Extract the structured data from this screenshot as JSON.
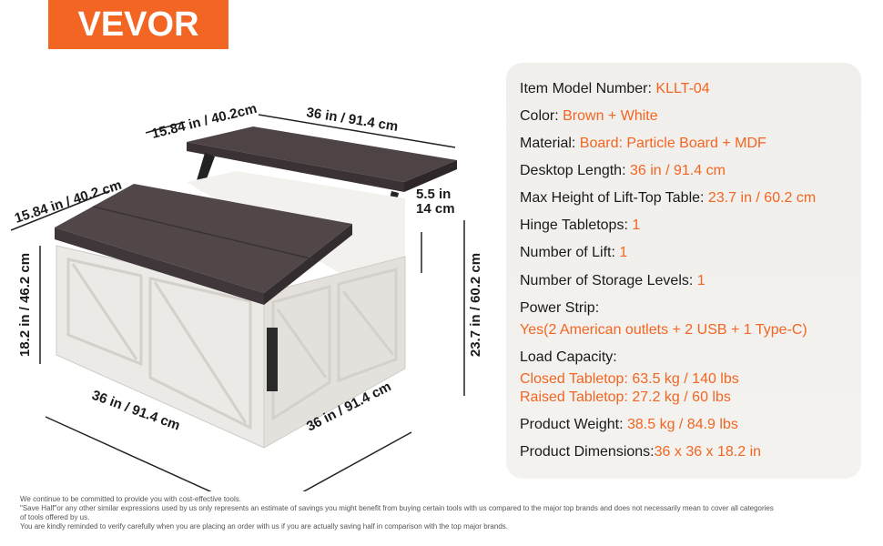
{
  "brand": {
    "logo_text": "VEVOR",
    "accent_color": "#f26522"
  },
  "dimensions": {
    "top_depth": "15.84 in / 40.2cm",
    "top_width": "36 in / 91.4 cm",
    "lift_height": "5.5 in",
    "lift_height_cm": "14 cm",
    "total_height": "23.7 in / 60.2 cm",
    "side_depth": "15.84 in / 40.2 cm",
    "body_height": "18.2 in / 46.2 cm",
    "bottom_width_left": "36 in / 91.4 cm",
    "bottom_width_right": "36 in / 91.4 cm"
  },
  "specs": {
    "model_label": "Item Model Number: ",
    "model_value": "KLLT-04",
    "color_label": "Color: ",
    "color_value": "Brown + White",
    "material_label": "Material: ",
    "material_value": "Board: Particle Board + MDF",
    "desktop_label": "Desktop Length: ",
    "desktop_value": "36 in / 91.4 cm",
    "maxheight_label": "Max Height of Lift-Top Table: ",
    "maxheight_value": "23.7 in / 60.2 cm",
    "hinge_label": "Hinge Tabletops: ",
    "hinge_value": "1",
    "lift_label": "Number of Lift: ",
    "lift_value": "1",
    "storage_label": "Number of Storage Levels: ",
    "storage_value": "1",
    "power_label": "Power Strip:",
    "power_value_yes": "Yes",
    "power_value_detail": "(2 American outlets + 2 USB + 1 Type-C)",
    "load_label": "Load Capacity:",
    "load_closed": "Closed Tabletop: 63.5 kg / 140 lbs",
    "load_raised": "Raised Tabletop: 27.2 kg / 60 lbs",
    "weight_label": "Product Weight: ",
    "weight_value": "38.5 kg / 84.9 lbs",
    "dims_label": "Product Dimensions:",
    "dims_value": "36 x 36 x 18.2 in"
  },
  "footer": {
    "line1": "We continue to be committed to provide you with cost-effective tools.",
    "line2": "\"Save Half\"or any other similar expressions used by us only represents an estimate of savings you might benefit from buying certain tools with us compared to the major top brands and does not necessarily mean to cover all categories",
    "line3": "of tools offered by us.",
    "line4": "You are kindly reminded to verify carefully when you are placing an order with us if you are actually saving half in comparison with the top major brands."
  }
}
